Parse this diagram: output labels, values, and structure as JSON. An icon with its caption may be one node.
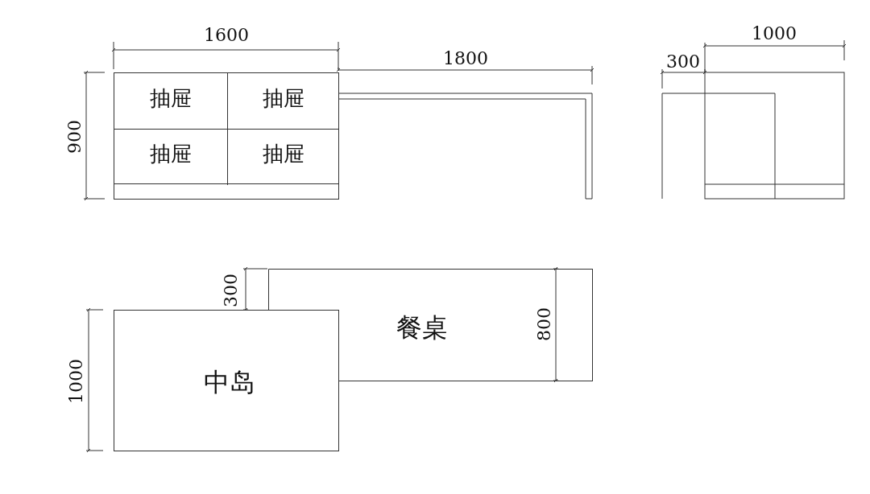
{
  "diagram": {
    "nodes": [
      {
        "text": [],
        "shape": "box"
      },
      {
        "text": [
          "抽屉"
        ],
        "in": 0
      },
      {
        "text": [
          "抽屉"
        ],
        "in": 0
      },
      {
        "text": [
          "抽屉"
        ],
        "in": 0
      },
      {
        "text": [
          "抽屉"
        ],
        "in": 0
      },
      {
        "text": [
          "餐桌"
        ]
      },
      {
        "text": [
          "中岛"
        ]
      }
    ],
    "labels": [
      "1600",
      "1000",
      "1800",
      "300",
      "900",
      "300",
      "800",
      "1000"
    ]
  }
}
